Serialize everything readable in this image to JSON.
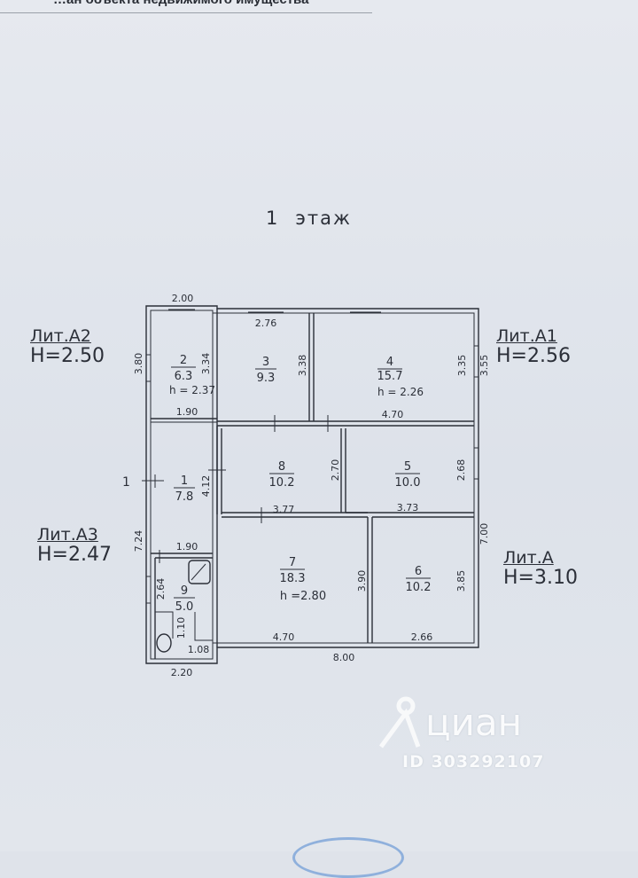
{
  "header": {
    "text": "…ан объекта недвижимого имущества"
  },
  "floor": {
    "number": "1",
    "label": "этаж"
  },
  "entrance_marker": "1",
  "liters": [
    {
      "name": "Лит.А2",
      "height": "H=2.50"
    },
    {
      "name": "Лит.А1",
      "height": "H=2.56"
    },
    {
      "name": "Лит.А3",
      "height": "H=2.47"
    },
    {
      "name": "Лит.А",
      "height": "H=3.10"
    }
  ],
  "rooms": [
    {
      "number": "2",
      "area": "6.3",
      "height_note": "h = 2.37"
    },
    {
      "number": "3",
      "area": "9.3",
      "height_note": ""
    },
    {
      "number": "4",
      "area": "15.7",
      "height_note": "h = 2.26"
    },
    {
      "number": "1",
      "area": "7.8",
      "height_note": ""
    },
    {
      "number": "8",
      "area": "10.2",
      "height_note": ""
    },
    {
      "number": "5",
      "area": "10.0",
      "height_note": ""
    },
    {
      "number": "7",
      "area": "18.3",
      "height_note": "h =2.80"
    },
    {
      "number": "6",
      "area": "10.2",
      "height_note": ""
    },
    {
      "number": "9",
      "area": "5.0",
      "height_note": ""
    }
  ],
  "dimensions": {
    "top_a2": "2.00",
    "left_a2": "3.80",
    "inner_a2_v": "3.34",
    "bottom_a2": "1.90",
    "room3_w": "2.76",
    "room3_h": "3.38",
    "room4_h": "3.35",
    "outer_a1": "3.55",
    "room4_bottom": "4.70",
    "room1_v": "4.12",
    "left_a3": "7.24",
    "room8_h": "2.70",
    "room5_h": "2.68",
    "room8_bottom": "3.77",
    "room5_bottom": "3.73",
    "outer_a": "7.00",
    "room9_w": "1.90",
    "room9_h": "2.64",
    "room7_h": "3.90",
    "room6_h": "3.85",
    "wc_h": "1.10",
    "wc_w": "1.08",
    "room7_bottom": "4.70",
    "room6_bottom": "2.66",
    "total_bottom": "8.00",
    "a3_bottom": "2.20"
  },
  "watermark": {
    "brand": "циан",
    "id": "ID 303292107"
  },
  "colors": {
    "paper": "#e3e6ec",
    "ink": "#2b2f38",
    "stamp": "#8fb0dc"
  }
}
